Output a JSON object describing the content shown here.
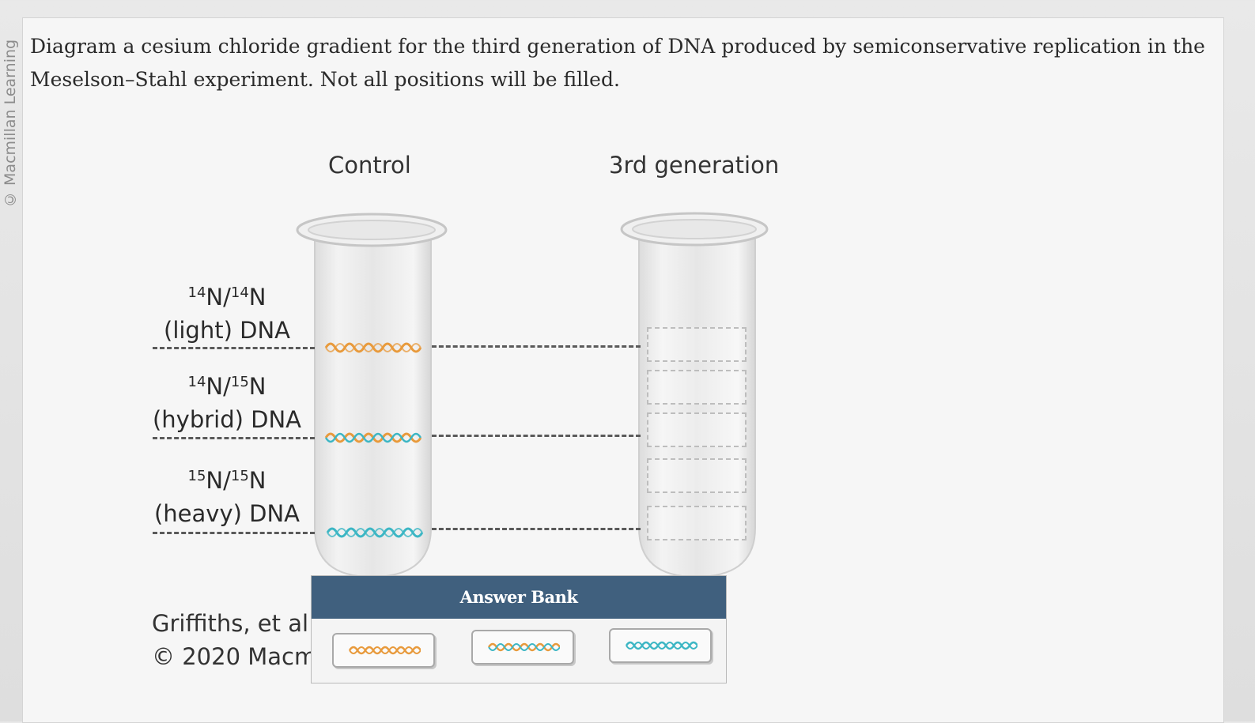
{
  "side_credit": "© Macmillan Learning",
  "question": "Diagram a cesium chloride gradient for the third generation of DNA produced by semiconservative replication in the Meselson–Stahl experiment. Not all positions will be filled.",
  "columns": {
    "control": "Control",
    "third": "3rd generation"
  },
  "bands": [
    {
      "iso_a": "14",
      "iso_b": "14",
      "name": "(light) DNA"
    },
    {
      "iso_a": "14",
      "iso_b": "15",
      "name": "(hybrid) DNA"
    },
    {
      "iso_a": "15",
      "iso_b": "15",
      "name": "(heavy) DNA"
    }
  ],
  "credit": {
    "line1": "Griffiths, et al.",
    "line2": "© 2020 Macm"
  },
  "answer_bank": {
    "title": "Answer Bank",
    "items": [
      {
        "type": "light",
        "colors": [
          "#e89a3c",
          "#e89a3c"
        ]
      },
      {
        "type": "hybrid",
        "colors": [
          "#e89a3c",
          "#3cb6c4"
        ]
      },
      {
        "type": "heavy",
        "colors": [
          "#3cb6c4",
          "#3cb6c4"
        ]
      }
    ]
  },
  "colors": {
    "n14": "#e89a3c",
    "n15": "#3cb6c4",
    "bank_header": "#40607e"
  },
  "icons": {
    "dna": "dna-helix-icon",
    "tube": "test-tube-icon"
  }
}
